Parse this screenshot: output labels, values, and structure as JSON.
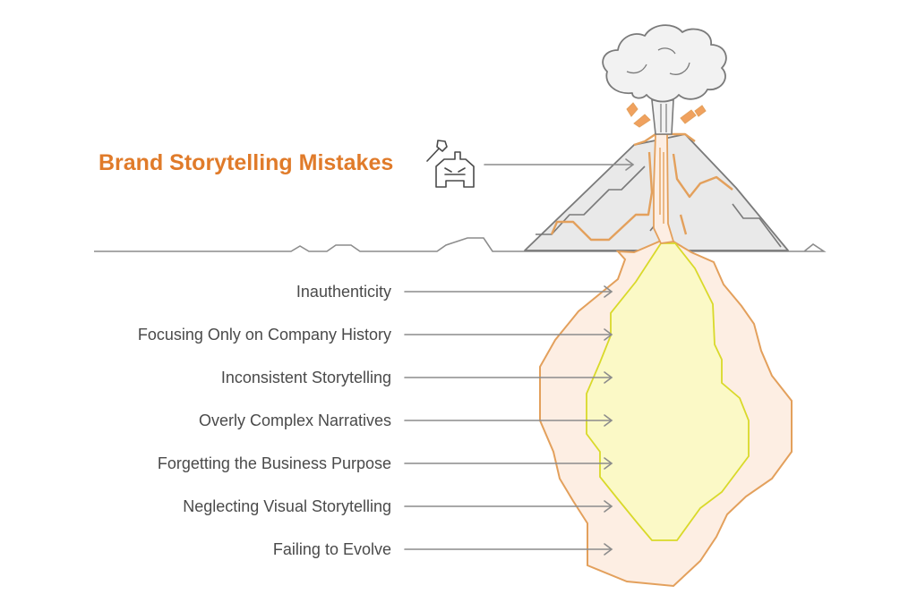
{
  "title": "Brand Storytelling Mistakes",
  "title_icon": "axe-house-icon",
  "items": [
    "Inauthenticity",
    "Focusing Only on Company History",
    "Inconsistent Storytelling",
    "Overly Complex Narratives",
    "Forgetting the Business Purpose",
    "Neglecting Visual Storytelling",
    "Failing to Evolve"
  ],
  "colors": {
    "title": "#e07b2a",
    "text": "#4a4a4a",
    "line": "#8c8c8c",
    "outline": "#7a7a7a",
    "mountain_fill": "#e9e9e9",
    "cloud_fill": "#f2f2f2",
    "magma_stroke": "#e3a05c",
    "magma_fill": "#fdeee3",
    "core_stroke": "#d9d92a",
    "core_fill": "#fbf9c6",
    "lava": "#f0a15e"
  }
}
